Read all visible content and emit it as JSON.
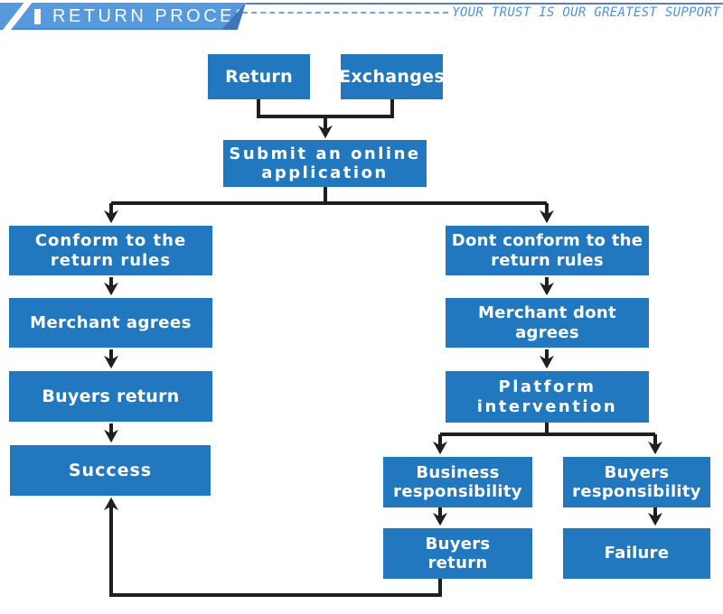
{
  "header": {
    "title": "RETURN PROCESS",
    "slogan": "YOUR TRUST IS OUR GREATEST SUPPORT"
  },
  "colors": {
    "box": "#2178bf",
    "banner": "#569add",
    "banner-fold": "#3d74ba",
    "topline": "#3a6ab0",
    "accent": "#4d93da",
    "arrow": "#1f1f1f",
    "text": "#ffffff"
  },
  "flowchart": {
    "nodes": {
      "return": "Return",
      "exchanges": "Exchanges",
      "submit": "Submit an online\napplication",
      "conform": "Conform to the\nreturn rules",
      "dont_conform": "Dont conform to the\nreturn rules",
      "merchant_agrees": "Merchant agrees",
      "merchant_dont_agrees": "Merchant dont agrees",
      "buyers_return": "Buyers return",
      "platform": "Platform\nintervention",
      "success": "Success",
      "business_responsibility": "Business\nresponsibility",
      "buyers_responsibility": "Buyers\nresponsibility",
      "buyers_return_2": "Buyers\nreturn",
      "failure": "Failure"
    },
    "edges": [
      {
        "from": "return",
        "to": "submit"
      },
      {
        "from": "exchanges",
        "to": "submit"
      },
      {
        "from": "submit",
        "to": "conform"
      },
      {
        "from": "submit",
        "to": "dont_conform"
      },
      {
        "from": "conform",
        "to": "merchant_agrees"
      },
      {
        "from": "merchant_agrees",
        "to": "buyers_return"
      },
      {
        "from": "buyers_return",
        "to": "success"
      },
      {
        "from": "dont_conform",
        "to": "merchant_dont_agrees"
      },
      {
        "from": "merchant_dont_agrees",
        "to": "platform"
      },
      {
        "from": "platform",
        "to": "business_responsibility"
      },
      {
        "from": "platform",
        "to": "buyers_responsibility"
      },
      {
        "from": "business_responsibility",
        "to": "buyers_return_2"
      },
      {
        "from": "buyers_responsibility",
        "to": "failure"
      },
      {
        "from": "buyers_return_2",
        "to": "success"
      }
    ]
  }
}
